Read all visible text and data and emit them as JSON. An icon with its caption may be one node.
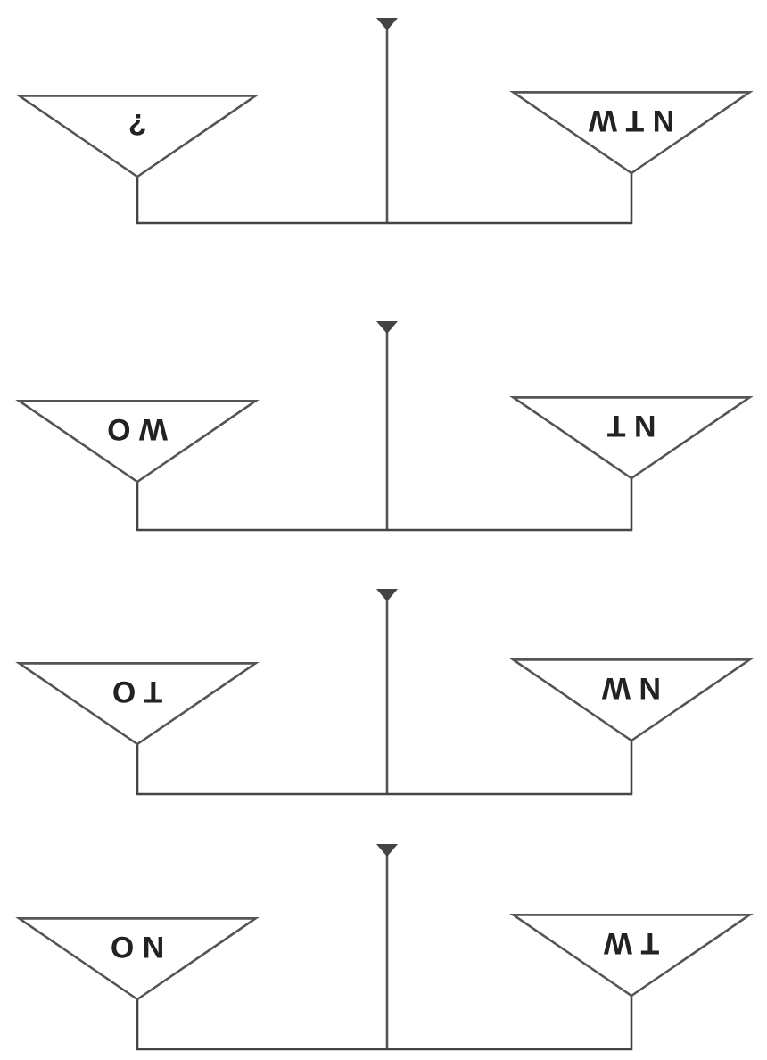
{
  "diagram": {
    "nodes": [
      {
        "text": [
          "?"
        ]
      },
      {
        "text": [
          "N T W"
        ]
      },
      {
        "text": [
          "W O"
        ]
      },
      {
        "text": [
          "N T"
        ]
      },
      {
        "text": [
          "T O"
        ]
      },
      {
        "text": [
          "N W"
        ]
      },
      {
        "text": [
          "N O"
        ]
      },
      {
        "text": [
          "T W"
        ]
      }
    ],
    "edges": [
      {
        "from": 0,
        "to": 1,
        "arrow": "none"
      },
      {
        "from": 2,
        "to": 3,
        "arrow": "none"
      },
      {
        "from": 4,
        "to": 5,
        "arrow": "none"
      },
      {
        "from": 6,
        "to": 7,
        "arrow": "none"
      }
    ]
  }
}
